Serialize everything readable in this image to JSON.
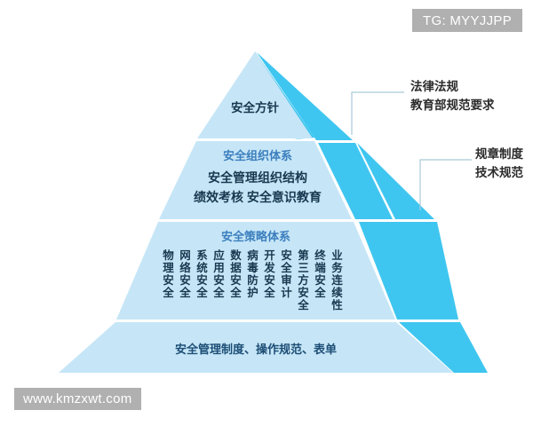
{
  "watermarks": {
    "top_right": "TG: MYYJJPP",
    "bottom_left": "www.kmzxwt.com"
  },
  "colors": {
    "face_light": "#c6e6f7",
    "face_dark": "#3fc6f0",
    "heading_blue": "#3c7fbe",
    "body_navy": "#17384f",
    "leader_line": "#a9c9d8",
    "divider": "#ffffff",
    "watermark_bg": "#b0b0b0"
  },
  "diagram": {
    "type": "pyramid",
    "title_visible": false,
    "tiers": [
      {
        "index": 1,
        "name": "tier-policy",
        "heading": "",
        "lines": [
          "安全方针"
        ]
      },
      {
        "index": 2,
        "name": "tier-organization",
        "heading": "安全组织体系",
        "lines": [
          "安全管理组织结构",
          "绩效考核  安全意识教育"
        ]
      },
      {
        "index": 3,
        "name": "tier-strategy",
        "heading": "安全策略体系",
        "lines": [],
        "pillars": [
          "物理安全",
          "网络安全",
          "系统安全",
          "应用安全",
          "数据安全",
          "病毒防护",
          "开发安全",
          "安全审计",
          "第三方安全",
          "终端安全",
          "业务连续性"
        ]
      },
      {
        "index": 4,
        "name": "tier-management",
        "heading": "",
        "lines": [
          "安全管理制度、操作规范、表单"
        ]
      }
    ],
    "annotations": [
      {
        "index": 1,
        "name": "annotation-laws",
        "lines": [
          "法律法规",
          "教育部规范要求"
        ]
      },
      {
        "index": 2,
        "name": "annotation-rules",
        "lines": [
          "规章制度",
          "技术规范"
        ]
      }
    ]
  }
}
